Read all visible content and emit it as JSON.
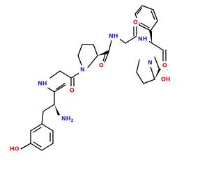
{
  "colors": {
    "bond": "#000000",
    "nitrogen": "#2828c8",
    "oxygen": "#e01414",
    "background": "#ffffff"
  },
  "atoms": {
    "oh_phenol": "HO",
    "nh2": "NH",
    "nh2_sub": "2",
    "nh_tyr_gly": "NH",
    "o_gly": "O",
    "n_pro1": "N",
    "o_pro1": "O",
    "nh_pro_gly": "NH",
    "o_gly2": "O",
    "nh_gly_phe": "NH",
    "o_phe": "O",
    "n_pro2": "N",
    "oh_acid": "OH",
    "o_acid": "O"
  }
}
